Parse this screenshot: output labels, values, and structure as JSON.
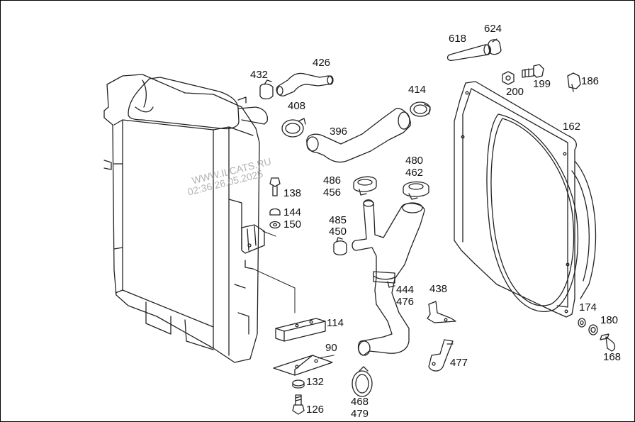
{
  "watermark": {
    "line1": "WWW.ILCATS.RU",
    "line2": "02:36 26.05.2025"
  },
  "labels": {
    "p618": "618",
    "p624": "624",
    "p426": "426",
    "p432": "432",
    "p200": "200",
    "p199": "199",
    "p186": "186",
    "p414": "414",
    "p408": "408",
    "p396": "396",
    "p162": "162",
    "p480": "480",
    "p462": "462",
    "p486": "486",
    "p456": "456",
    "p138": "138",
    "p144": "144",
    "p150": "150",
    "p485": "485",
    "p450": "450",
    "p444": "444",
    "p476": "476",
    "p438": "438",
    "p114": "114",
    "p174": "174",
    "p180": "180",
    "p168": "168",
    "p90": "90",
    "p477": "477",
    "p132": "132",
    "p468": "468",
    "p479": "479",
    "p126": "126"
  }
}
